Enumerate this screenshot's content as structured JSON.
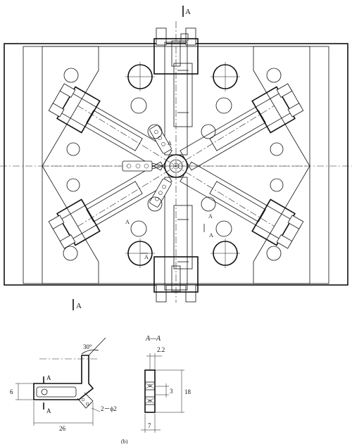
{
  "labels": {
    "section_top": "A",
    "section_bottom": "A",
    "mark_a1": "A",
    "mark_a2": "A",
    "mark_a3": "A",
    "mark_a4": "A",
    "mark_a5": "A",
    "detail_title": "A—A",
    "dim_angle": "30°",
    "dim_6": "6",
    "dim_26": "26",
    "dim_2phi2": "2－ϕ2",
    "dim_22": "2.2",
    "dim_3": "3",
    "dim_18": "18",
    "dim_7": "7",
    "caption": "(b)",
    "detail_a_upper": "A",
    "detail_a_lower": "A"
  }
}
